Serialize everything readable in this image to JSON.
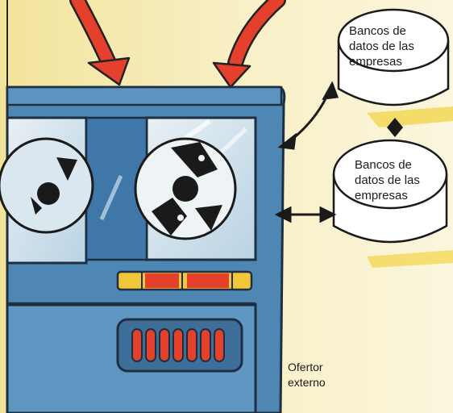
{
  "databases": [
    {
      "lines": [
        "Bancos de",
        "datos de las",
        "empresas"
      ]
    },
    {
      "lines": [
        "Bancos de",
        "datos de las",
        "empresas"
      ]
    }
  ],
  "caption": {
    "lines": [
      "Ofertor",
      "externo"
    ]
  },
  "colors": {
    "background": "#f7efc4",
    "machine": "#4e86b4",
    "machine_dark": "#2f5f88",
    "arrow_red": "#e4402c",
    "tape_reel": "#1a1a1a"
  },
  "icons": [
    "down-arrow-icon",
    "tape-reel-icon",
    "database-cylinder-icon",
    "bidirectional-arrow-icon"
  ]
}
